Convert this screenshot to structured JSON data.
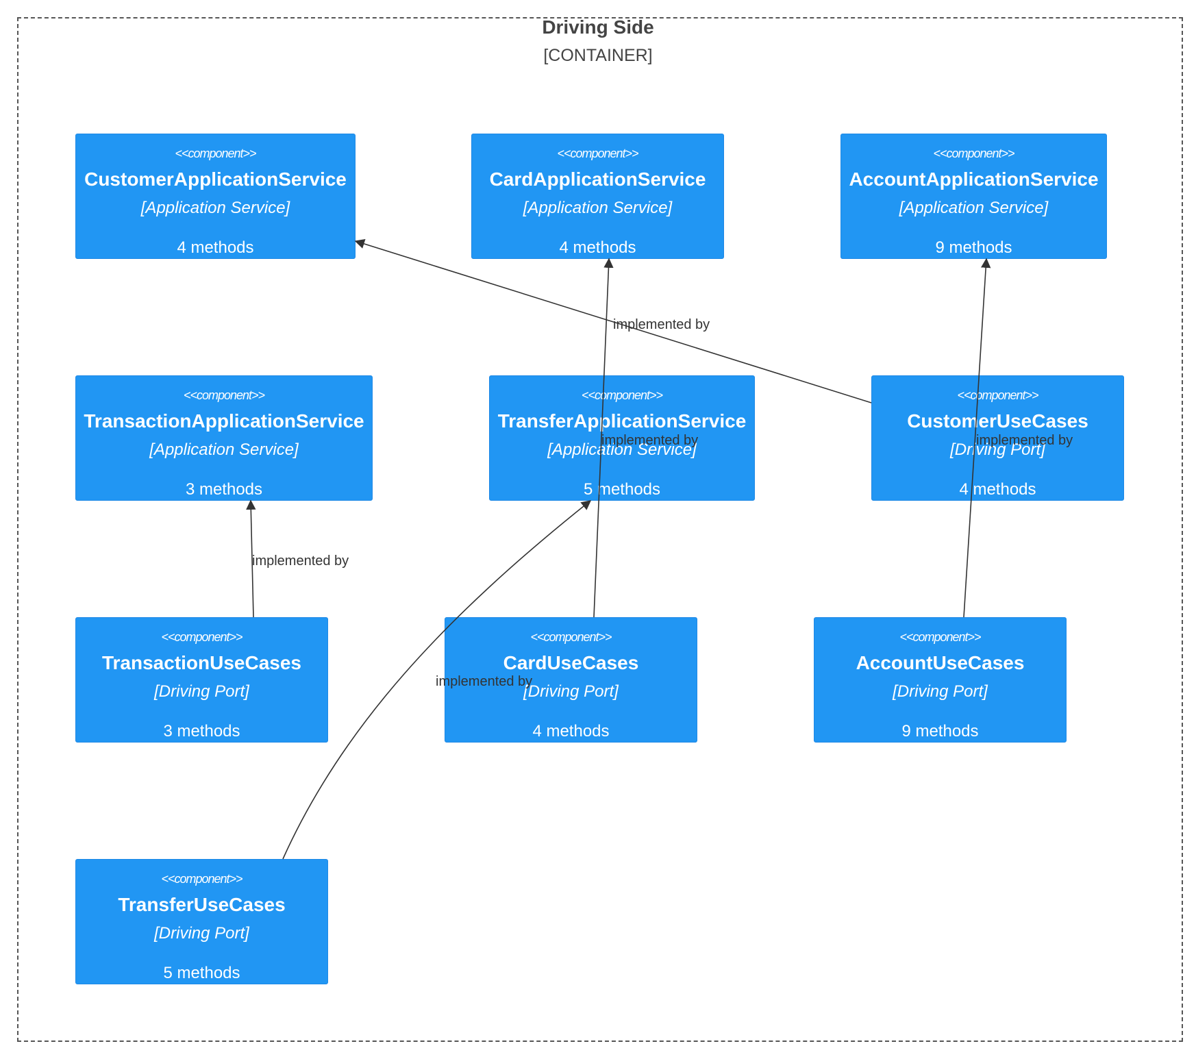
{
  "container": {
    "title": "Driving Side",
    "type": "[CONTAINER]"
  },
  "nodes": [
    {
      "stereotype": "<<component>>",
      "name": "CustomerApplicationService",
      "tech": "[Application Service]",
      "desc": "4 methods"
    },
    {
      "stereotype": "<<component>>",
      "name": "CardApplicationService",
      "tech": "[Application Service]",
      "desc": "4 methods"
    },
    {
      "stereotype": "<<component>>",
      "name": "AccountApplicationService",
      "tech": "[Application Service]",
      "desc": "9 methods"
    },
    {
      "stereotype": "<<component>>",
      "name": "TransactionApplicationService",
      "tech": "[Application Service]",
      "desc": "3 methods"
    },
    {
      "stereotype": "<<component>>",
      "name": "TransferApplicationService",
      "tech": "[Application Service]",
      "desc": "5 methods"
    },
    {
      "stereotype": "<<component>>",
      "name": "CustomerUseCases",
      "tech": "[Driving Port]",
      "desc": "4 methods"
    },
    {
      "stereotype": "<<component>>",
      "name": "TransactionUseCases",
      "tech": "[Driving Port]",
      "desc": "3 methods"
    },
    {
      "stereotype": "<<component>>",
      "name": "CardUseCases",
      "tech": "[Driving Port]",
      "desc": "4 methods"
    },
    {
      "stereotype": "<<component>>",
      "name": "AccountUseCases",
      "tech": "[Driving Port]",
      "desc": "9 methods"
    },
    {
      "stereotype": "<<component>>",
      "name": "TransferUseCases",
      "tech": "[Driving Port]",
      "desc": "5 methods"
    }
  ],
  "edges": [
    {
      "from": "CustomerUseCases",
      "to": "CustomerApplicationService",
      "label": "implemented by"
    },
    {
      "from": "CardUseCases",
      "to": "CardApplicationService",
      "label": "implemented by"
    },
    {
      "from": "AccountUseCases",
      "to": "AccountApplicationService",
      "label": "implemented by"
    },
    {
      "from": "TransactionUseCases",
      "to": "TransactionApplicationService",
      "label": "implemented by"
    },
    {
      "from": "TransferUseCases",
      "to": "TransferApplicationService",
      "label": "implemented by"
    }
  ]
}
